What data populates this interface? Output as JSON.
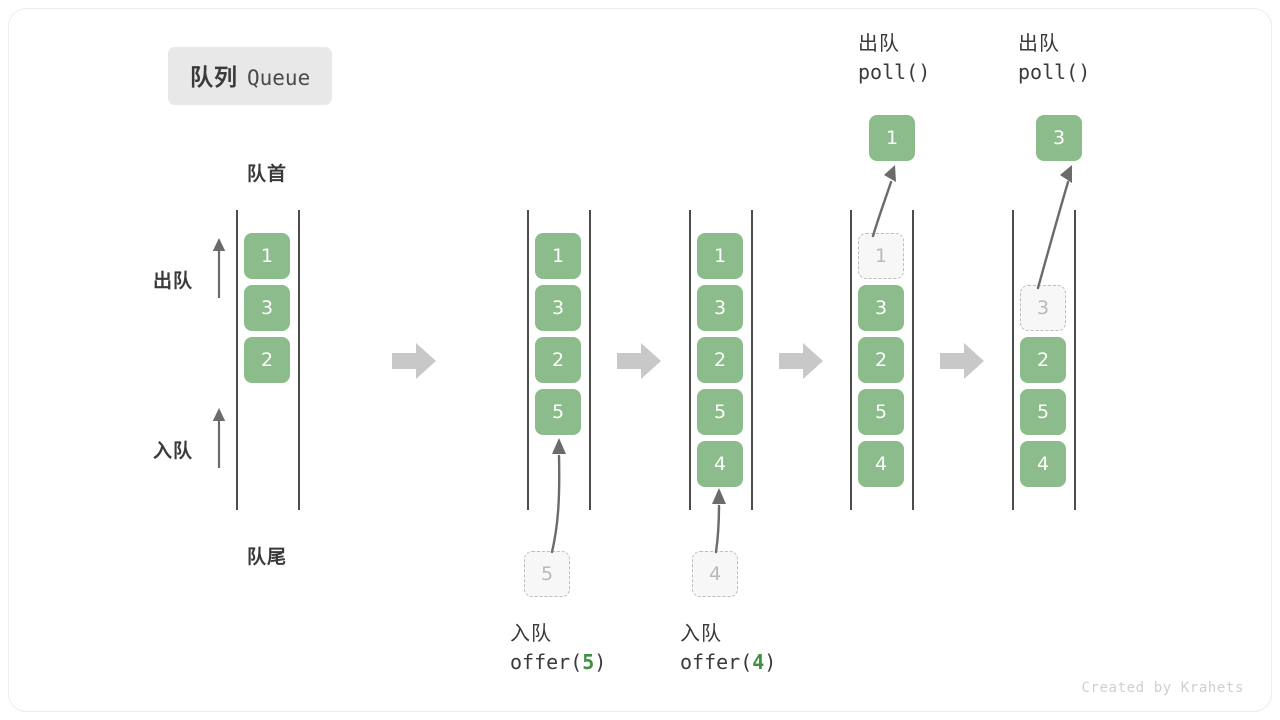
{
  "title": {
    "cn": "队列",
    "en": "Queue"
  },
  "labels": {
    "head": "队首",
    "tail": "队尾",
    "dequeue_side": "出队",
    "enqueue_side": "入队"
  },
  "colors": {
    "element": "#8cbc8b",
    "ghost_fill": "#f7f7f7",
    "ghost_border": "#bdbdbd",
    "rail": "#4d4d4d",
    "step_arrow": "#c8c8c8",
    "motion_arrow": "#6b6b6b",
    "accent_code": "#3f9142",
    "badge_bg": "#e8e8e8",
    "text": "#3a3a3a"
  },
  "diagram": {
    "type": "queue-operations-sequence",
    "states": [
      {
        "name": "initial",
        "items": [
          "1",
          "3",
          "2"
        ]
      },
      {
        "name": "after-offer-5",
        "items": [
          "1",
          "3",
          "2",
          "5"
        ]
      },
      {
        "name": "after-offer-4",
        "items": [
          "1",
          "3",
          "2",
          "5",
          "4"
        ]
      },
      {
        "name": "during-poll-1",
        "items": [
          "1",
          "3",
          "2",
          "5",
          "4"
        ],
        "removing": "1"
      },
      {
        "name": "during-poll-3",
        "items": [
          "3",
          "2",
          "5",
          "4"
        ],
        "removing": "3"
      }
    ]
  },
  "operations": {
    "offer_5": {
      "cn": "入队",
      "fn": "offer(",
      "arg": "5",
      "close": ")",
      "value": "5"
    },
    "offer_4": {
      "cn": "入队",
      "fn": "offer(",
      "arg": "4",
      "close": ")",
      "value": "4"
    },
    "poll_1": {
      "cn": "出队",
      "code": "poll()",
      "value": "1"
    },
    "poll_2": {
      "cn": "出队",
      "code": "poll()",
      "value": "3"
    }
  },
  "credit": "Created by Krahets"
}
